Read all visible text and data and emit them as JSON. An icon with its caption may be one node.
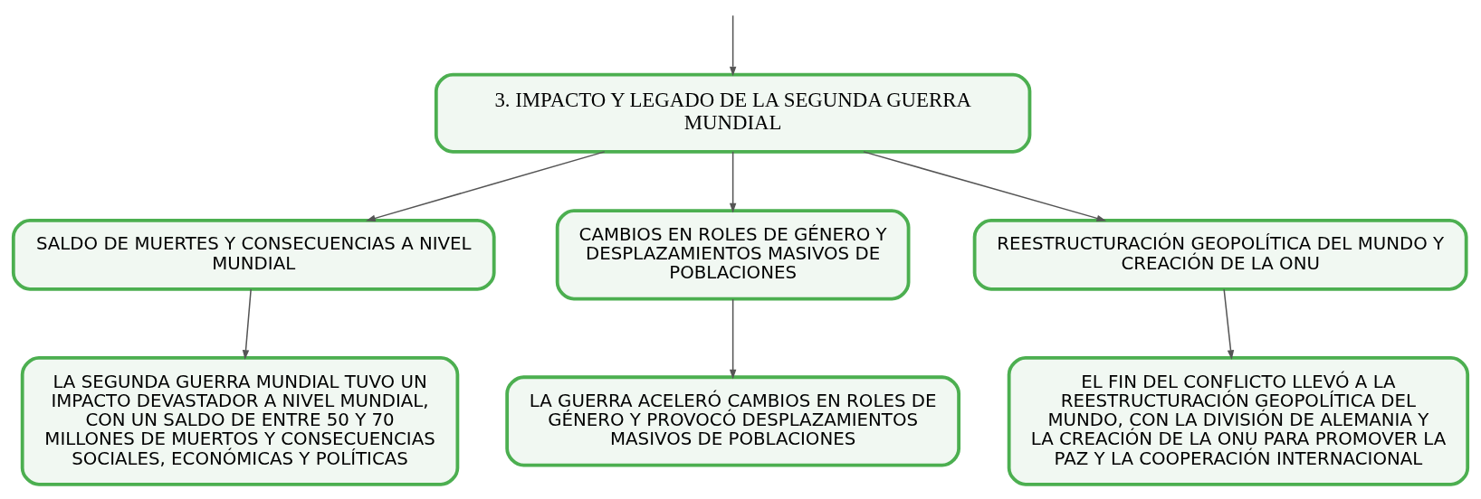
{
  "diagram": {
    "nodes": [
      {
        "text": [
          "3. IMPACTO Y LEGADO DE LA SEGUNDA GUERRA MUNDIAL"
        ]
      },
      {
        "text": [
          "SALDO DE MUERTES Y CONSECUENCIAS A NIVEL MUNDIAL"
        ]
      },
      {
        "text": [
          "CAMBIOS EN ROLES DE GÉNERO Y DESPLAZAMIENTOS MASIVOS DE POBLACIONES"
        ]
      },
      {
        "text": [
          "REESTRUCTURACIÓN GEOPOLÍTICA DEL MUNDO Y CREACIÓN DE LA ONU"
        ]
      },
      {
        "text": [
          "LA SEGUNDA GUERRA MUNDIAL TUVO UN IMPACTO DEVASTADOR A NIVEL MUNDIAL, CON UN SALDO DE ENTRE 50 Y 70 MILLONES DE MUERTOS Y CONSECUENCIAS SOCIALES, ECONÓMICAS Y POLÍTICAS"
        ]
      },
      {
        "text": [
          "LA GUERRA ACELERÓ CAMBIOS EN ROLES DE GÉNERO Y PROVOCÓ DESPLAZAMIENTOS MASIVOS DE POBLACIONES"
        ]
      },
      {
        "text": [
          "EL FIN DEL CONFLICTO LLEVÓ A LA REESTRUCTURACIÓN GEOPOLÍTICA DEL MUNDO, CON LA DIVISIÓN DE ALEMANIA Y LA CREACIÓN DE LA ONU PARA PROMOVER LA PAZ Y LA COOPERACIÓN INTERNACIONAL"
        ]
      }
    ],
    "edges": [
      {
        "from": null,
        "to": 0,
        "arrow": "to"
      },
      {
        "from": 0,
        "to": 1,
        "arrow": "to"
      },
      {
        "from": 0,
        "to": 2,
        "arrow": "to"
      },
      {
        "from": 0,
        "to": 3,
        "arrow": "to"
      },
      {
        "from": 1,
        "to": 4,
        "arrow": "to"
      },
      {
        "from": 2,
        "to": 5,
        "arrow": "to"
      },
      {
        "from": 3,
        "to": 6,
        "arrow": "to"
      }
    ]
  }
}
